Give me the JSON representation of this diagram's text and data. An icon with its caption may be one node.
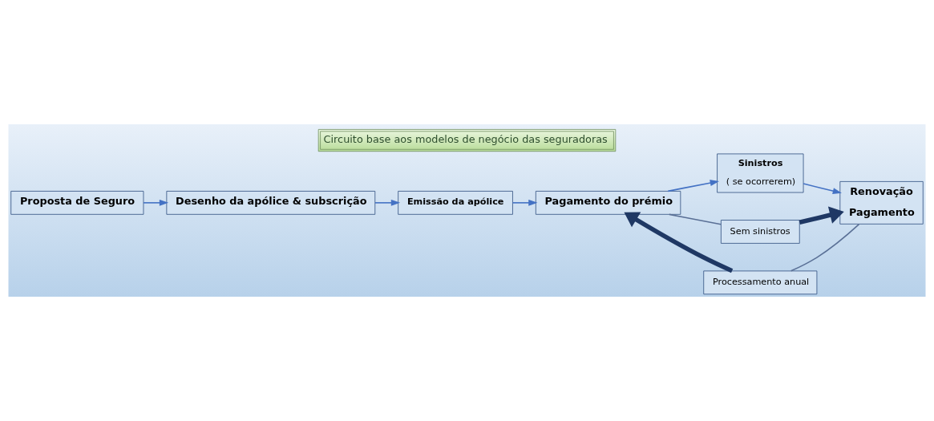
{
  "diagram": {
    "title": "Circuito base aos modelos de negócio das seguradoras",
    "nodes": [
      {
        "text": [
          "Proposta de Seguro"
        ]
      },
      {
        "text": [
          "Desenho da apólice & subscrição"
        ]
      },
      {
        "text": [
          "Emissão da apólice"
        ]
      },
      {
        "text": [
          "Pagamento do prémio"
        ]
      },
      {
        "text": [
          "Sinistros",
          "( se ocorrerem)"
        ]
      },
      {
        "text": [
          "Renovação",
          "Pagamento"
        ]
      },
      {
        "text": [
          "Sem sinistros"
        ]
      },
      {
        "text": [
          "Processamento anual"
        ]
      }
    ],
    "edges": [
      {
        "from": 0,
        "to": 1,
        "arrow": "to",
        "color": "#4472c4"
      },
      {
        "from": 1,
        "to": 2,
        "arrow": "to",
        "color": "#4472c4"
      },
      {
        "from": 2,
        "to": 3,
        "arrow": "to",
        "color": "#4472c4"
      },
      {
        "from": 3,
        "to": 4,
        "arrow": "to",
        "color": "#4472c4"
      },
      {
        "from": 4,
        "to": 5,
        "arrow": "to",
        "color": "#4472c4"
      },
      {
        "from": 3,
        "to": 6,
        "arrow": "none",
        "color": "#5a7096"
      },
      {
        "from": 6,
        "to": 5,
        "arrow": "to",
        "style": "thick",
        "color": "#1f3864"
      },
      {
        "from": 5,
        "to": 7,
        "arrow": "none",
        "color": "#5a7096"
      },
      {
        "from": 7,
        "to": 3,
        "arrow": "to",
        "style": "thick",
        "color": "#1f3864"
      }
    ]
  }
}
